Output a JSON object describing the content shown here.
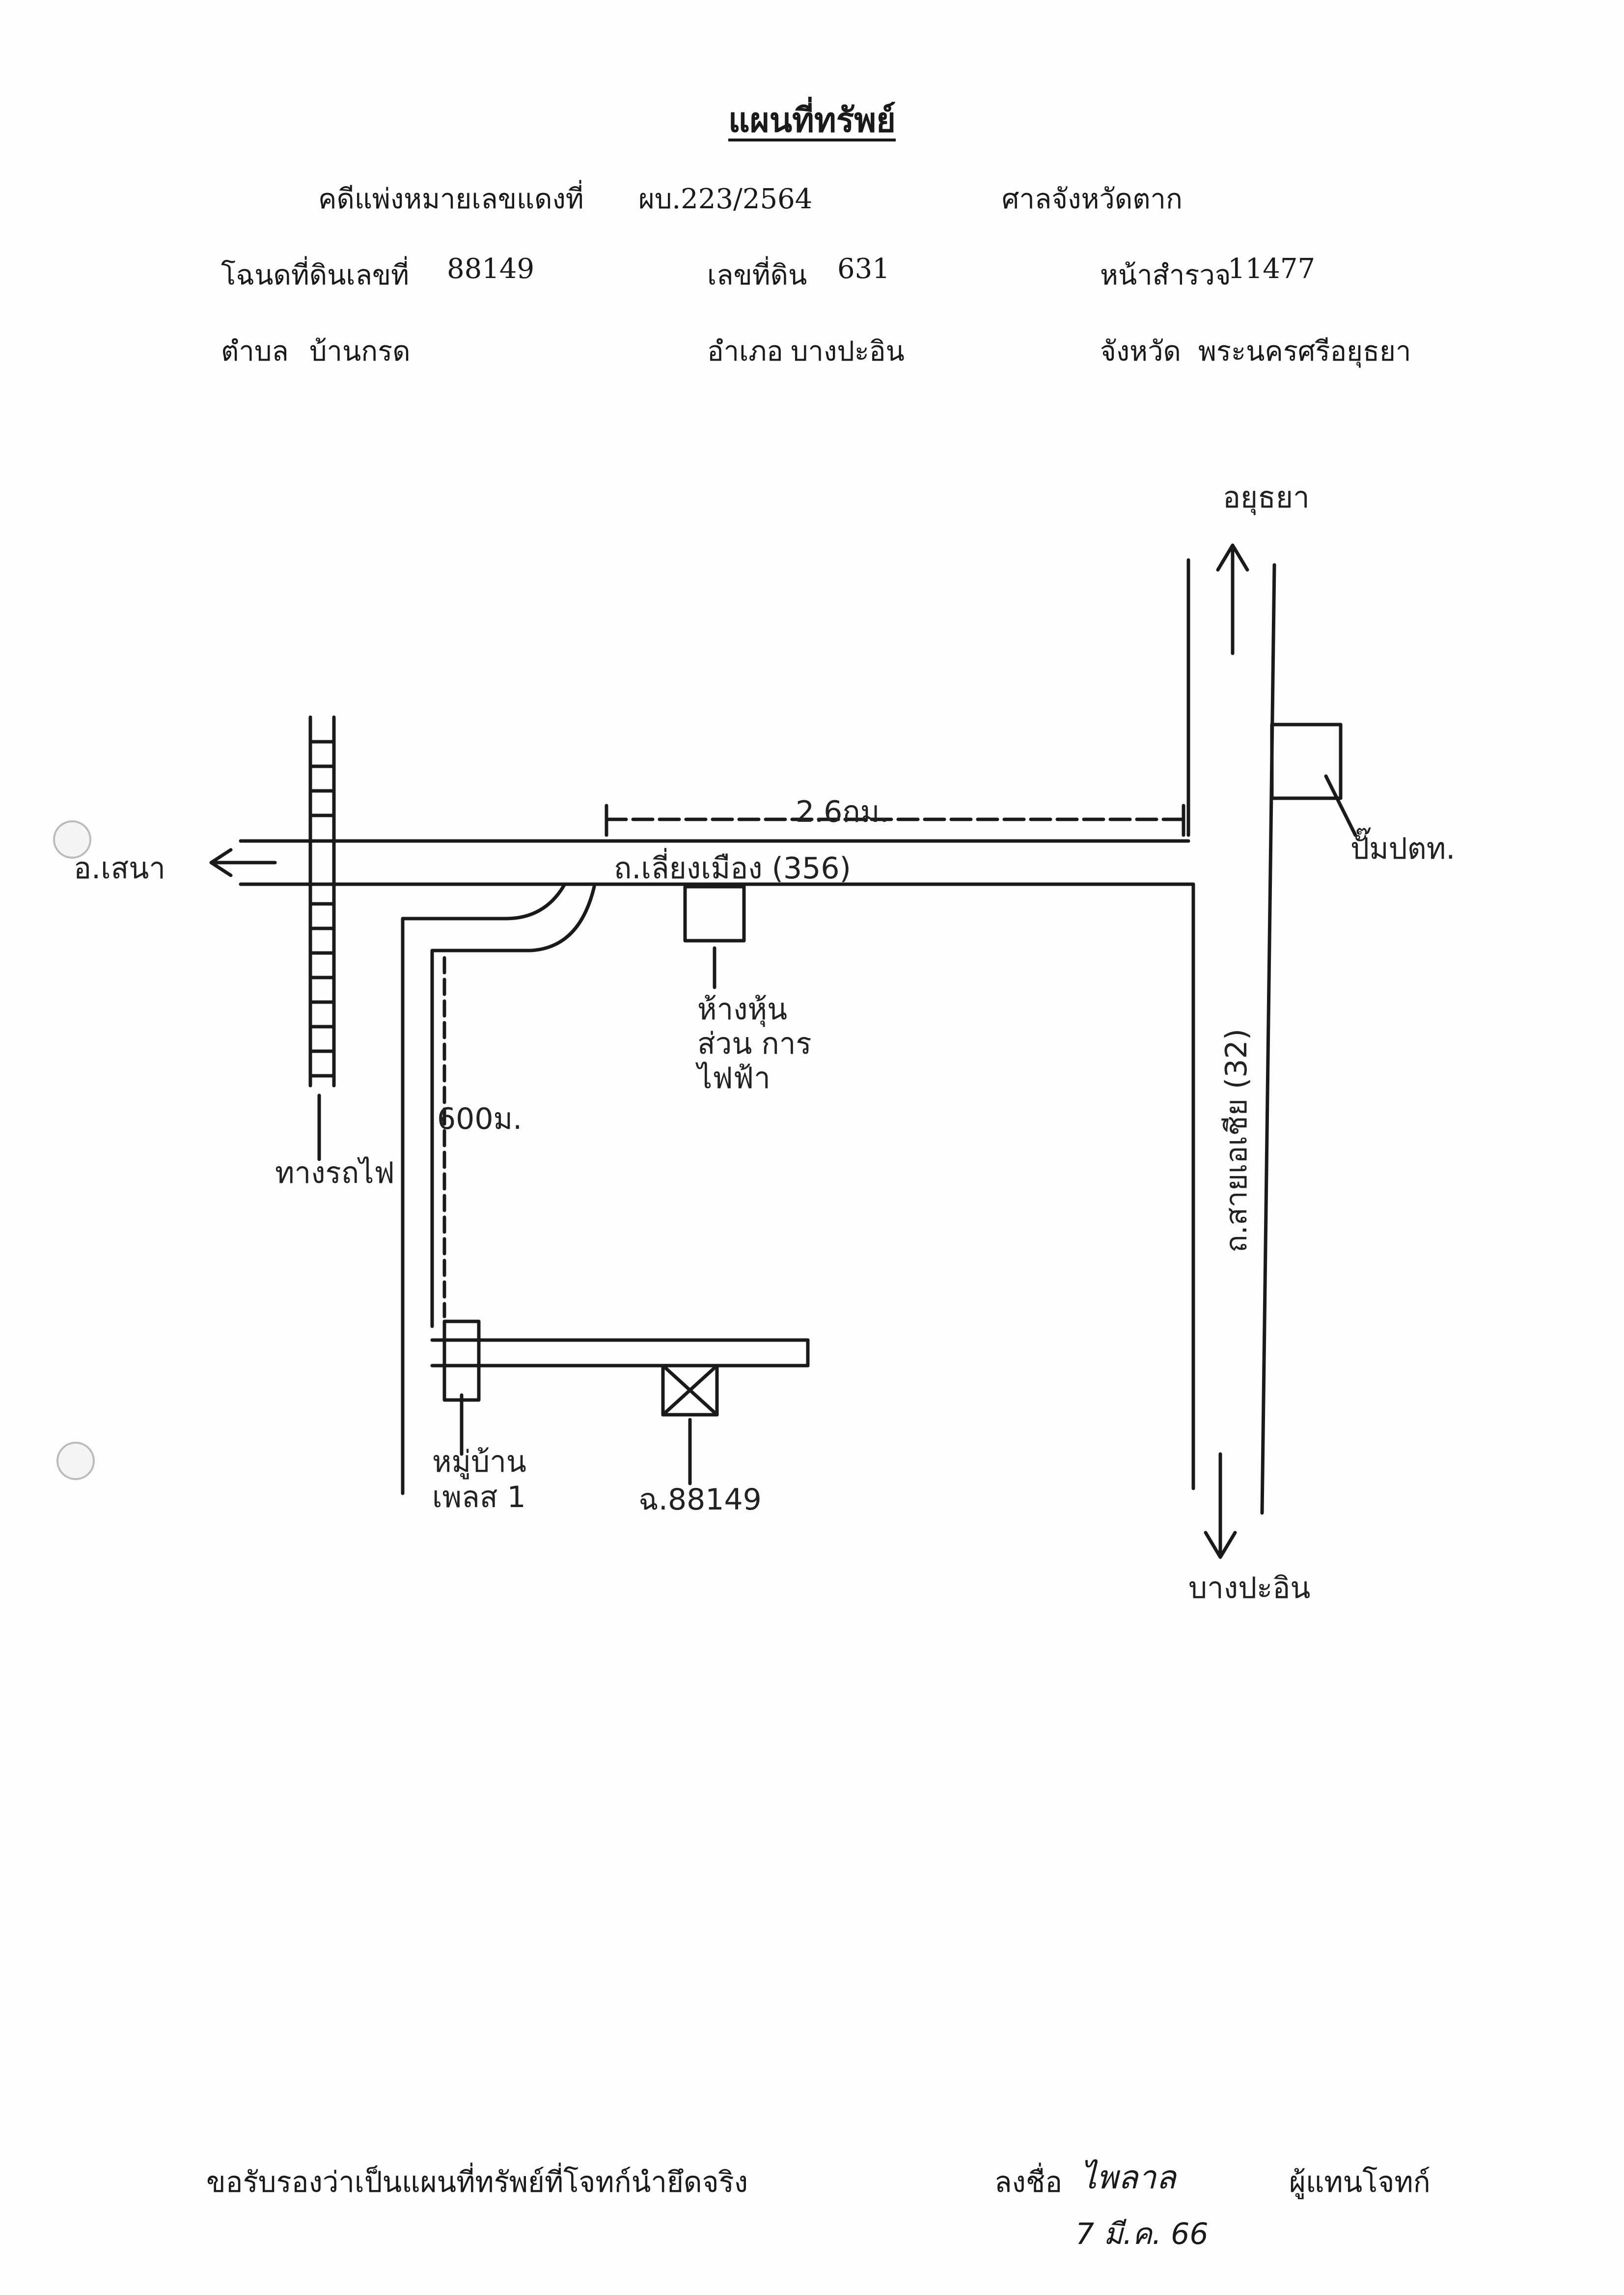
{
  "header": {
    "title": "แผนที่ทรัพย์",
    "case_label": "คดีแพ่งหมายเลขแดงที่",
    "case_no": "ผบ.223/2564",
    "court": "ศาลจังหวัดตาก",
    "deed_label": "โฉนดที่ดินเลขที่",
    "deed_no": "88149",
    "land_label": "เลขที่ดิน",
    "land_no": "631",
    "survey_label": "หน้าสำรวจ",
    "survey_no": "11477",
    "tambon_label": "ตำบล",
    "tambon": "บ้านกรด",
    "amphoe_label": "อำเภอ",
    "amphoe": "บางปะอิน",
    "province_label": "จังหวัด",
    "province": "พระนครศรีอยุธยา"
  },
  "map": {
    "north": "อยุธยา",
    "south": "บางปะอิน",
    "west": "อ.เสนา",
    "distance_top": "2.6กม.",
    "road_name": "ถ.เลี่ยงเมือง (356)",
    "main_road": "ถ.สายเอเชีย (32)",
    "station": "ปั๊มปตท.",
    "company": "ห้างหุ้นส่วน การไฟฟ้า",
    "rail": "ทางรถไฟ",
    "distance_side": "600ม.",
    "village": "หมู่บ้าน เพลส 1",
    "plot": "ฉ.88149"
  },
  "footer": {
    "certify": "ขอรับรองว่าเป็นแผนที่ทรัพย์ที่โจทก์นำยึดจริง",
    "sign_label": "ลงชื่อ",
    "signer_role": "ผู้แทนโจทก์",
    "signature": "ไพลาล",
    "date": "7 มี.ค. 66"
  }
}
